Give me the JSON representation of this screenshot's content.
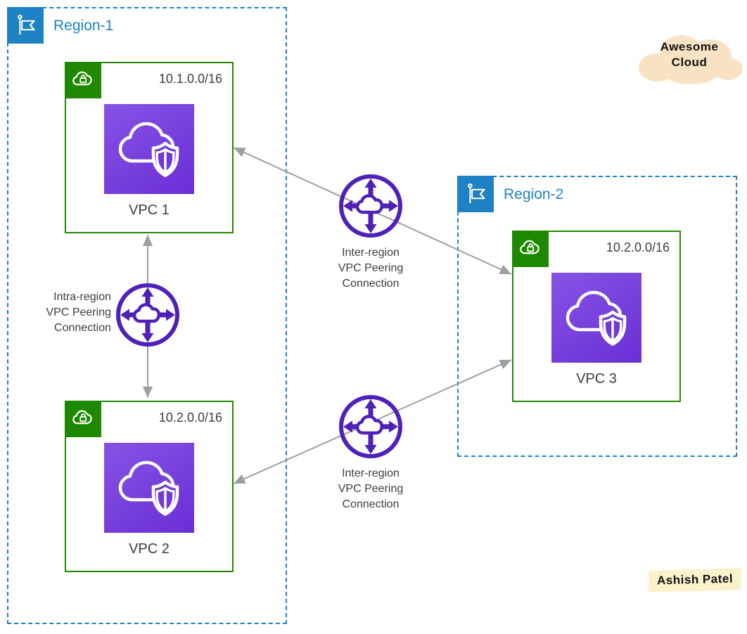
{
  "regions": [
    {
      "id": "region-1",
      "label": "Region-1"
    },
    {
      "id": "region-2",
      "label": "Region-2"
    }
  ],
  "vpcs": [
    {
      "name": "VPC 1",
      "cidr": "10.1.0.0/16",
      "region": "Region-1"
    },
    {
      "name": "VPC 2",
      "cidr": "10.2.0.0/16",
      "region": "Region-1"
    },
    {
      "name": "VPC 3",
      "cidr": "10.2.0.0/16",
      "region": "Region-2"
    }
  ],
  "connections": [
    {
      "from": "VPC 1",
      "to": "VPC 2",
      "label": "Intra-region\nVPC Peering\nConnection"
    },
    {
      "from": "VPC 1",
      "to": "VPC 3",
      "label": "Inter-region\nVPC Peering\nConnection"
    },
    {
      "from": "VPC 2",
      "to": "VPC 3",
      "label": "Inter-region\nVPC Peering\nConnection"
    }
  ],
  "badges": {
    "cloud_badge": "Awesome\nCloud",
    "author_badge": "Ashish Patel"
  },
  "icons": {
    "region": "flag-icon",
    "vpc_corner": "cloud-lock-icon",
    "vpc_art": "cloud-shield-icon",
    "peering": "peering-arrows-cloud-icon"
  },
  "colors": {
    "region_blue": "#1E82C4",
    "vpc_green": "#1E8900",
    "vpc_purple_start": "#8654E4",
    "vpc_purple_end": "#6A2ED6",
    "peering_purple": "#4F21B8",
    "connector_gray": "#9AA0A3",
    "label_text": "#3D3D3D",
    "cloud_badge_fill": "#F9E3C4",
    "author_badge_fill": "#FBF2CC"
  }
}
